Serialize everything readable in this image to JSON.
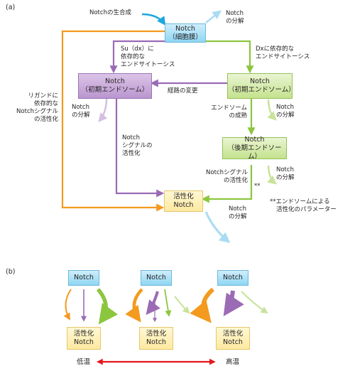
{
  "panel_a": {
    "label": "(a)",
    "boxes": {
      "notch_membrane": [
        "Notch",
        "（細胞膜）"
      ],
      "notch_early_left": [
        "Notch",
        "（初期エンドソーム）"
      ],
      "notch_early_right": [
        "Notch",
        "（初期エンドソーム）"
      ],
      "notch_late": [
        "Notch",
        "（後期エンドソーム）"
      ],
      "activated_notch": [
        "活性化",
        "Notch"
      ]
    },
    "texts": {
      "notch_synthesis": "Notchの生合成",
      "degradation_top": [
        "Notch",
        "の分解"
      ],
      "su_dx": [
        "Su（dx）に",
        "依存的な",
        "エンドサイトーシス"
      ],
      "dx_dependent": [
        "Dxに依存的な",
        "エンドサイトーシス"
      ],
      "ligand": [
        "リガンドに",
        "依存的な",
        "Notchシグナル",
        "の活性化"
      ],
      "route_change": "経路の変更",
      "degradation_left": [
        "Notch",
        "の分解"
      ],
      "endosome_maturation": [
        "エンドソーム",
        "の成熟"
      ],
      "degradation_right": [
        "Notch",
        "の分解"
      ],
      "notch_signal_left": [
        "Notch",
        "シグナルの",
        "活性化"
      ],
      "notch_signal_right": [
        "Notchシグナル",
        "の活性化"
      ],
      "double_star": "**",
      "degradation_late": [
        "Notch",
        "の分解"
      ],
      "degradation_bottom": [
        "Notch",
        "の分解"
      ],
      "footnote": [
        "**エンドソームによる",
        "活性化のパラメーター"
      ]
    }
  },
  "panel_b": {
    "label": "(b)",
    "columns": [
      {
        "top": "Notch",
        "bottom": [
          "活性化",
          "Notch"
        ]
      },
      {
        "top": "Notch",
        "bottom": [
          "活性化",
          "Notch"
        ]
      },
      {
        "top": "Notch",
        "bottom": [
          "活性化",
          "Notch"
        ]
      }
    ],
    "low_temp": "低温",
    "high_temp": "高温"
  },
  "colors": {
    "blue": "#5bc4ea",
    "light_blue": "#a9dcf2",
    "purple": "#9b6bb5",
    "light_purple": "#d4bfe0",
    "green": "#8cc63f",
    "light_green": "#c8e39a",
    "orange": "#f39a1f",
    "red": "#e3181d"
  }
}
